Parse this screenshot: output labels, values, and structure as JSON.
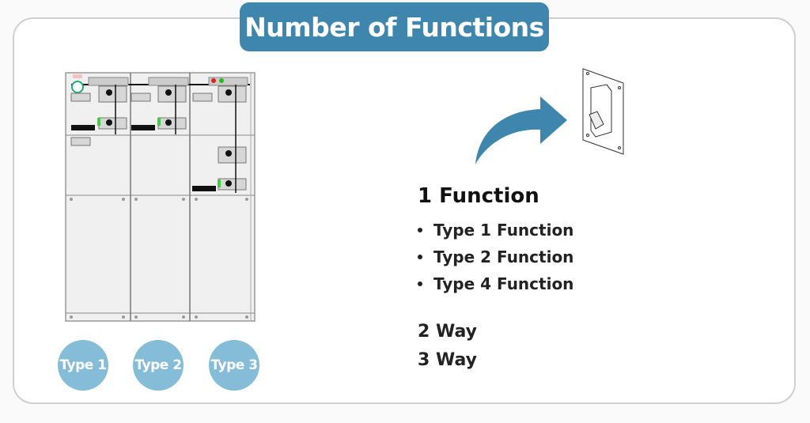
{
  "title": "Number of Functions",
  "types": [
    "Type 1",
    "Type 2",
    "Type 3"
  ],
  "function_heading": "1 Function",
  "function_types": [
    "Type 1 Function",
    "Type 2 Function",
    "Type 4 Function"
  ],
  "ways": [
    "2 Way",
    "3 Way"
  ],
  "colors": {
    "accent": "#3f86ae",
    "circle": "#85bcd8"
  }
}
